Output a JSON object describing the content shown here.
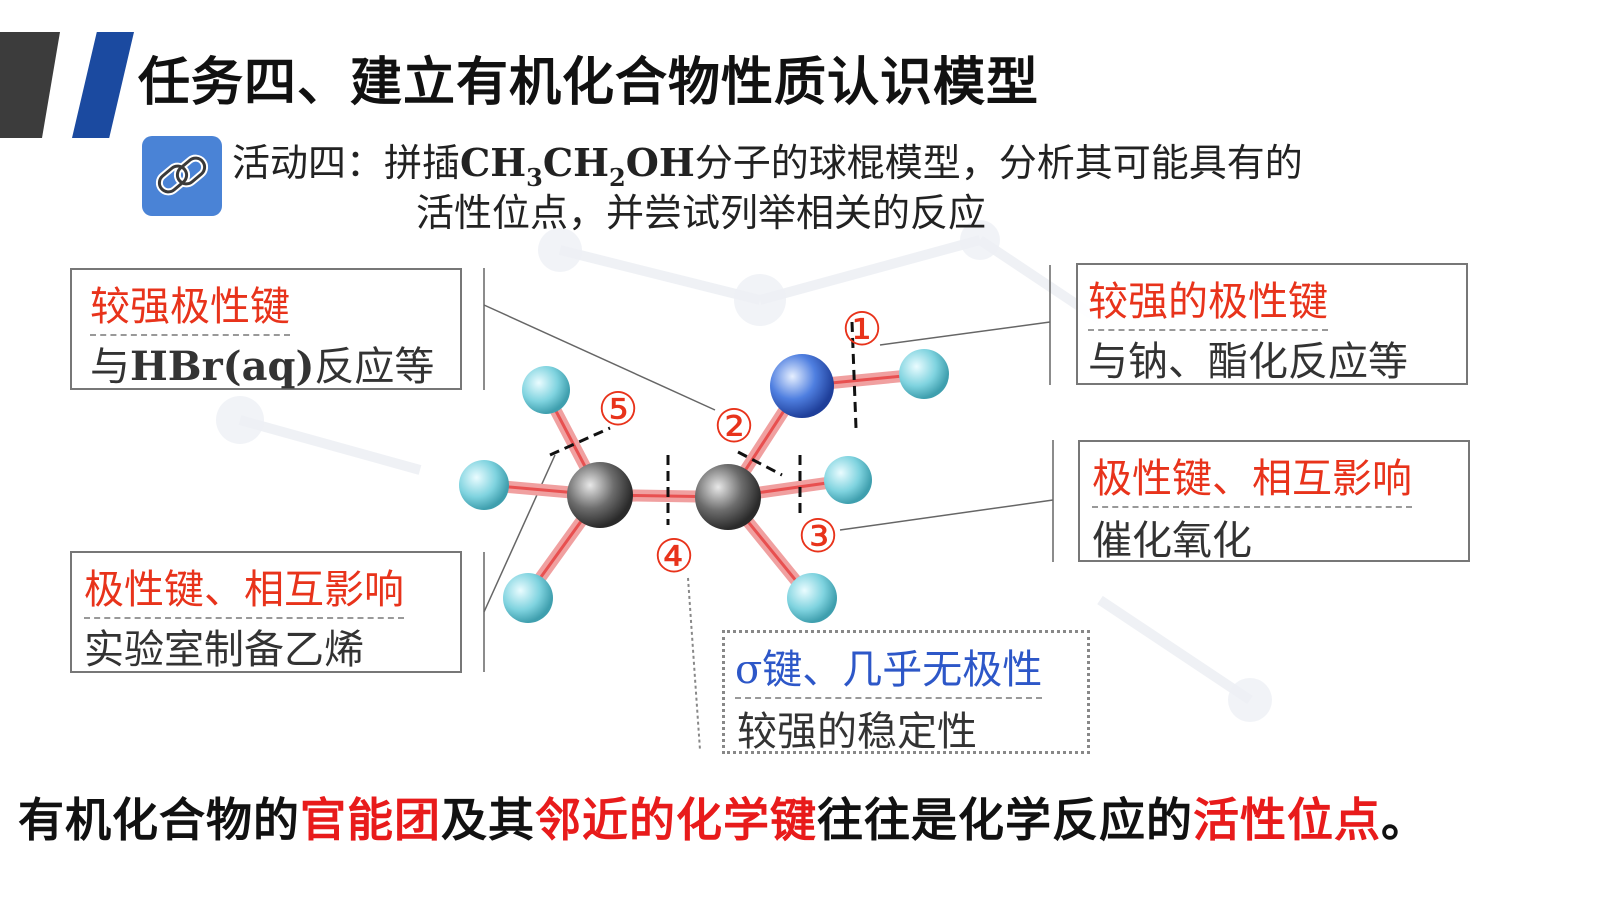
{
  "title": "任务四、建立有机化合物性质认识模型",
  "activity": {
    "prefix": "活动四：拼插",
    "ch": "CH",
    "sub3": "3",
    "ch2": "CH",
    "sub2": "2",
    "oh": "OH",
    "suffix": "分子的球棍模型，分析其可能具有的",
    "line2": "活性位点，并尝试列举相关的反应"
  },
  "boxes": {
    "top_left": {
      "heading": "较强极性键",
      "detail_bold": "HBr(aq)",
      "detail_pre": "与",
      "detail_post": "反应等"
    },
    "top_right": {
      "heading": "较强的极性键",
      "detail": "与钠、酯化反应等"
    },
    "mid_right": {
      "heading": "极性键、相互影响",
      "detail": "催化氧化"
    },
    "bottom_left": {
      "heading": "极性键、相互影响",
      "detail": "实验室制备乙烯"
    },
    "bottom_center": {
      "heading": "σ键、几乎无极性",
      "detail": "较强的稳定性"
    }
  },
  "bond_labels": [
    "①",
    "②",
    "③",
    "④",
    "⑤"
  ],
  "conclusion": {
    "p1": "有机化合物的",
    "r1": "官能团",
    "p2": "及其",
    "r2": "邻近的化学键",
    "p3": "往往是化学反应的",
    "r3": "活性位点",
    "p4": "。"
  },
  "colors": {
    "accent_red": "#e8331b",
    "accent_blue": "#2d57c8",
    "title_blue": "#1b4aa0"
  }
}
